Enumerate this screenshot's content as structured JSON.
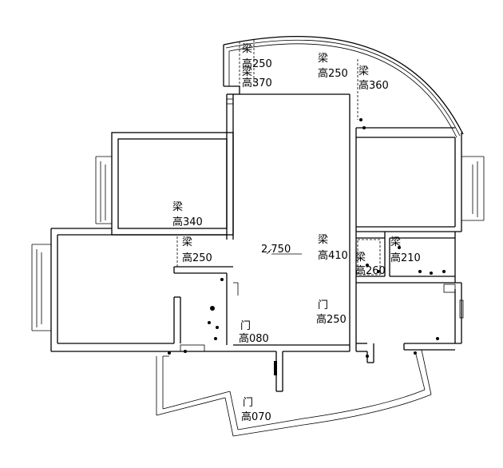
{
  "labels": {
    "beam_nw": "梁",
    "height_nw": "高250",
    "beam_nw2": "梁",
    "height_nw2": "高370",
    "beam_n": "梁",
    "height_n": "高250",
    "beam_ne": "梁",
    "height_ne": "高360",
    "beam_w": "梁",
    "height_w": "高340",
    "beam_mid": "梁",
    "height_mid": "高250",
    "level": "2.750",
    "beam_c": "梁",
    "height_c": "高410",
    "beam_c2": "梁",
    "height_c2": "高260",
    "beam_e": "梁",
    "height_e": "高210",
    "door_c": "门",
    "door_c_height": "高250",
    "door_s": "门",
    "door_s_height": "高080",
    "door_b": "门",
    "door_b_height": "高070"
  }
}
